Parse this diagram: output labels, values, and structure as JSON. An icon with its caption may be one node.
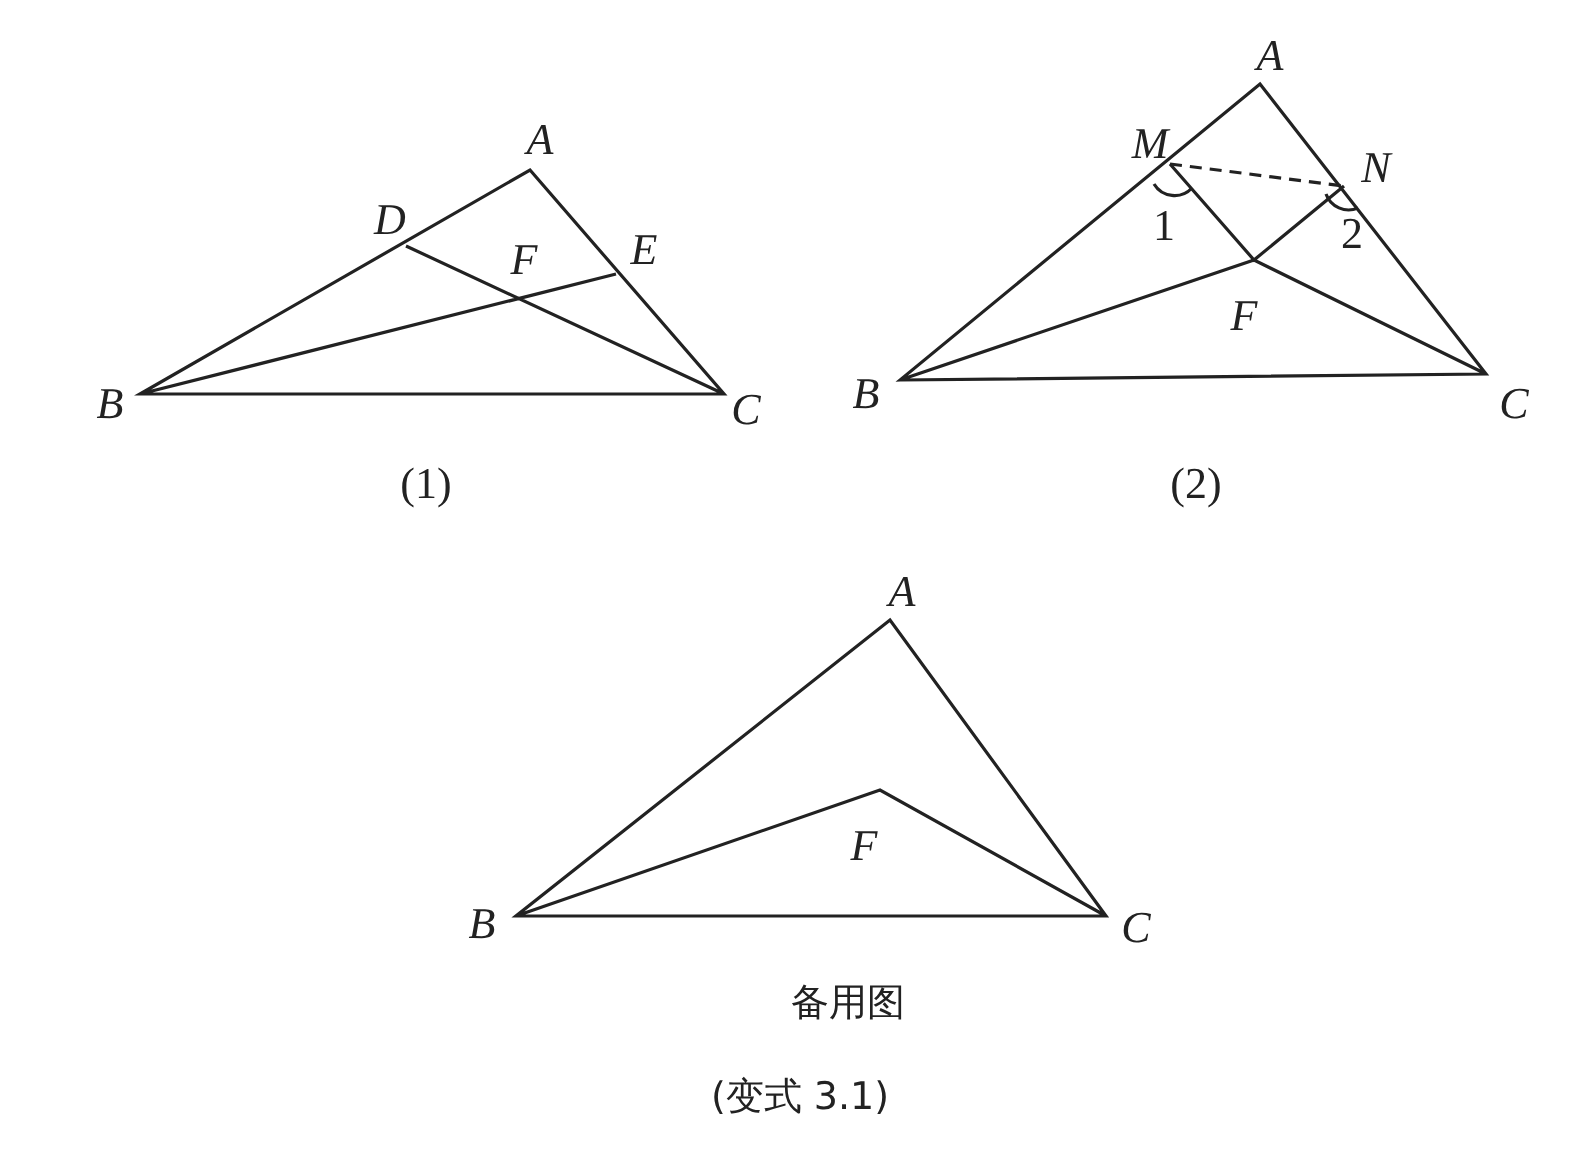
{
  "diagram": {
    "labels": [
      "A",
      "D",
      "F",
      "E",
      "B",
      "C",
      "(1)",
      "A",
      "M",
      "N",
      "1",
      "2",
      "F",
      "B",
      "C",
      "(2)",
      "A",
      "F",
      "B",
      "C",
      "备用图"
    ],
    "caption": "(变式 3.1)"
  }
}
